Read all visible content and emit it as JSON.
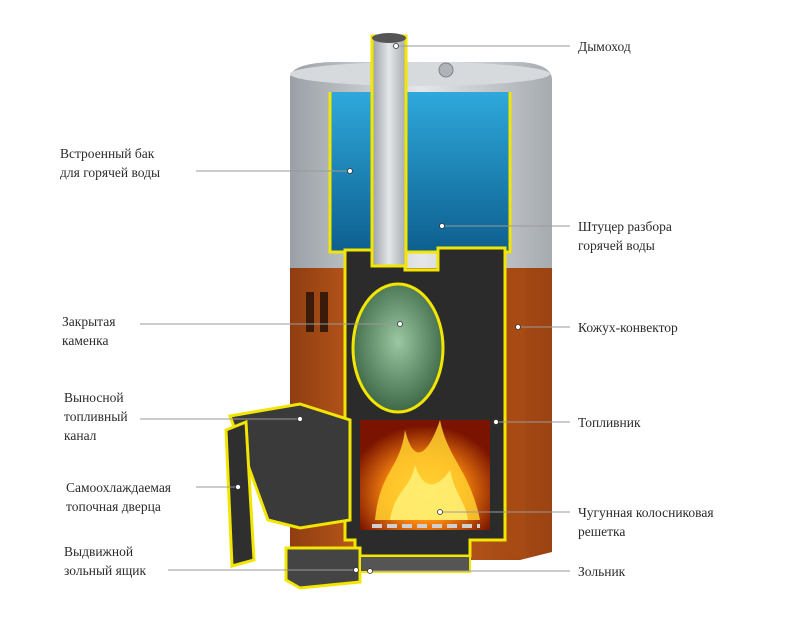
{
  "diagram": {
    "labels_left": [
      {
        "id": "tank",
        "text": "Встроенный бак\nдля горячей воды"
      },
      {
        "id": "stones",
        "text": "Закрытая\nкаменка"
      },
      {
        "id": "channel",
        "text": "Выносной\nтопливный\nканал"
      },
      {
        "id": "door",
        "text": "Самоохлаждаемая\nтопочная дверца"
      },
      {
        "id": "ashbox",
        "text": "Выдвижной\nзольный ящик"
      }
    ],
    "labels_right": [
      {
        "id": "chimney",
        "text": "Дымоход"
      },
      {
        "id": "fitting",
        "text": "Штуцер разбора\nгорячей воды"
      },
      {
        "id": "casing",
        "text": "Кожух-конвектор"
      },
      {
        "id": "firebox",
        "text": "Топливник"
      },
      {
        "id": "grate",
        "text": "Чугунная колосниковая\nрешетка"
      },
      {
        "id": "ashpit",
        "text": "Зольник"
      }
    ],
    "colors": {
      "outline": "#f2e600",
      "water": "#1e8fc4",
      "casing": "#c25a1c",
      "steel": "#bfc3c7",
      "stones": "#4f8a5e",
      "fire": "#f06a10",
      "leader": "#9a9a9a"
    }
  }
}
